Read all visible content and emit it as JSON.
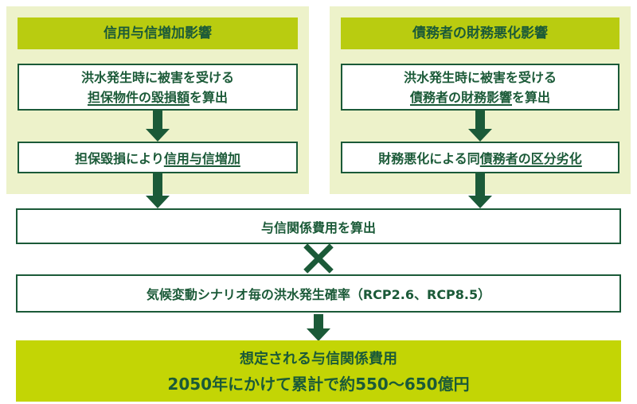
{
  "colors": {
    "dark_green": "#1b5a38",
    "header_chartreuse": "#b9cc10",
    "result_chartreuse": "#c3d505",
    "panel_background": "#edf2ca"
  },
  "icons": {
    "multiply": "✕",
    "down_arrow": "▼"
  },
  "left_column": {
    "header": "信用与信増加影響",
    "step1": {
      "line1": "洪水発生時に被害を受ける",
      "line2_underlined": "担保物件の毀損額",
      "line2_suffix": "を算出"
    },
    "step2": {
      "prefix": "担保毀損により",
      "underlined": "信用与信増加"
    }
  },
  "right_column": {
    "header": "債務者の財務悪化影響",
    "step1": {
      "line1": "洪水発生時に被害を受ける",
      "line2_underlined": "債務者の財務影響",
      "line2_suffix": "を算出"
    },
    "step2": {
      "prefix": "財務悪化による同",
      "underlined": "債務者の区分劣化"
    }
  },
  "merge_box": {
    "label": "与信関係費用を算出"
  },
  "probability_box": {
    "label": "気候変動シナリオ毎の洪水発生確率（RCP2.6、RCP8.5）"
  },
  "result_box": {
    "line1": "想定される与信関係費用",
    "line2": "2050年にかけて累計で約550～650億円"
  }
}
